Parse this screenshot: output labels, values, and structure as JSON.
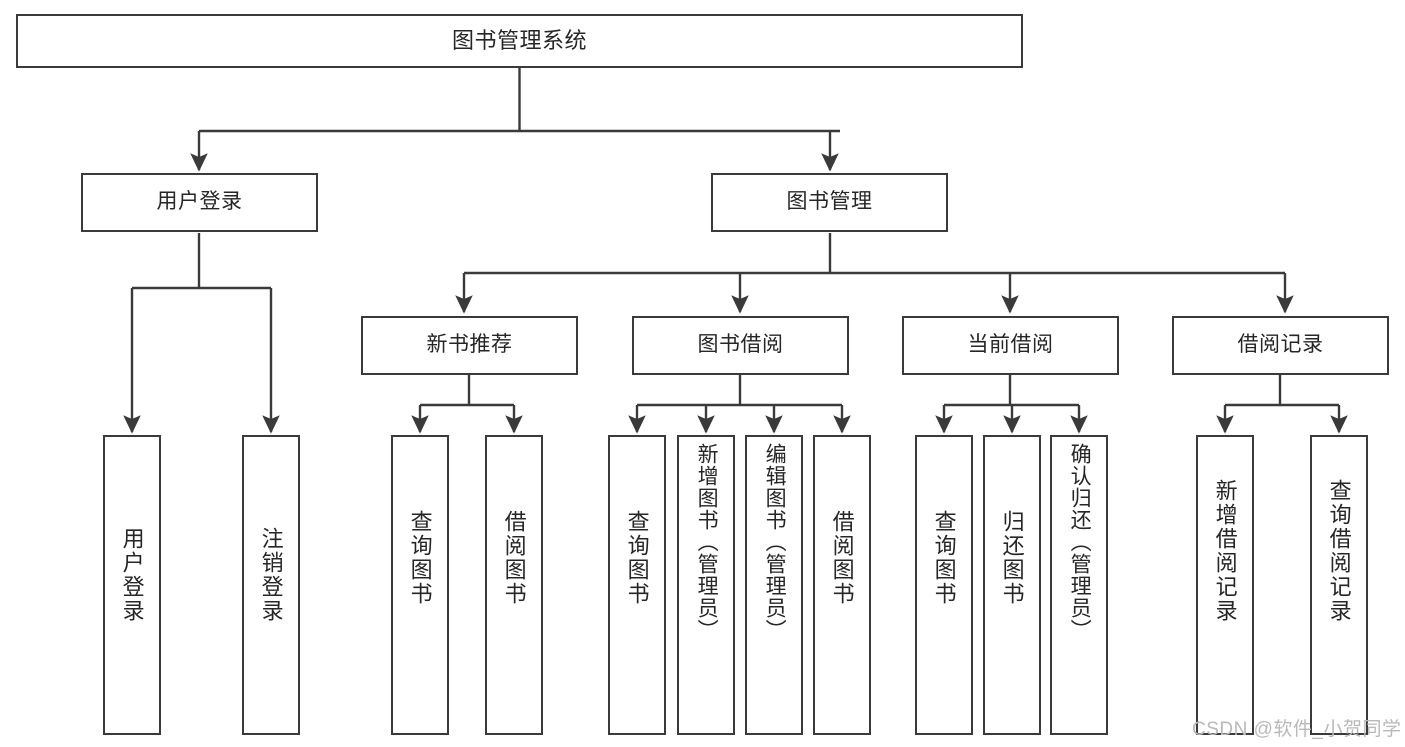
{
  "diagram": {
    "title": "图书管理系统",
    "type": "tree-hierarchy",
    "colors": {
      "node_border": "#3a3a3a",
      "node_fill": "#ffffff",
      "text": "#262626",
      "edge": "#3a3a3a",
      "watermark": "#b9b9b9",
      "background": "#ffffff"
    }
  },
  "watermark": {
    "text": "CSDN @软件_小贺同学"
  },
  "nodes": {
    "root": {
      "label": "图书管理系统"
    },
    "level2": [
      {
        "label": "用户登录"
      },
      {
        "label": "图书管理"
      }
    ],
    "level3": [
      {
        "label": "新书推荐"
      },
      {
        "label": "图书借阅"
      },
      {
        "label": "当前借阅"
      },
      {
        "label": "借阅记录"
      }
    ],
    "leaves": {
      "user_login": [
        {
          "label": "用户登录"
        },
        {
          "label": "注销登录"
        }
      ],
      "new_book_recommend": [
        {
          "label": "查询图书"
        },
        {
          "label": "借阅图书"
        }
      ],
      "book_borrow": [
        {
          "label": "查询图书"
        },
        {
          "label": "新增图书（管理员）"
        },
        {
          "label": "编辑图书（管理员）"
        },
        {
          "label": "借阅图书"
        }
      ],
      "current_borrow": [
        {
          "label": "查询图书"
        },
        {
          "label": "归还图书"
        },
        {
          "label": "确认归还（管理员）"
        }
      ],
      "borrow_record": [
        {
          "label": "新增借阅记录"
        },
        {
          "label": "查询借阅记录"
        }
      ]
    }
  }
}
